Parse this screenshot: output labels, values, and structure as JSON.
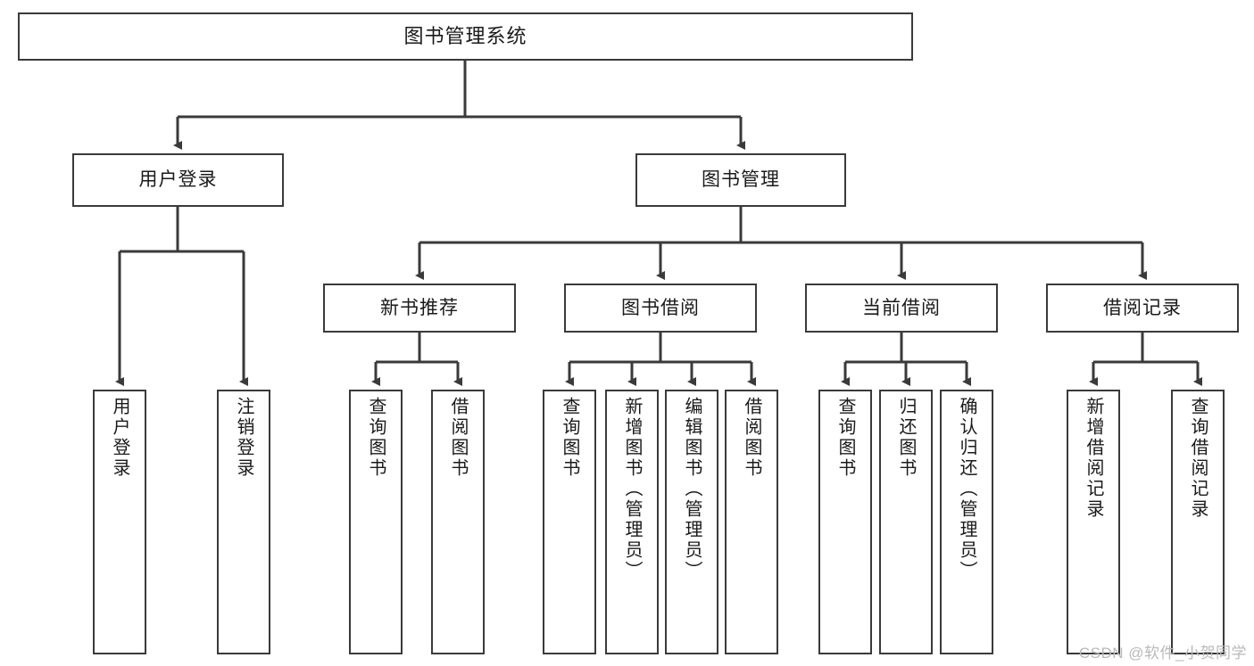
{
  "diagram": {
    "title": "图书管理系统",
    "watermark": "CSDN @软件_小贺同学",
    "colors": {
      "border": "#3a3a3a",
      "text": "#1a1a1a",
      "background": "#ffffff",
      "wire": "#3a3a3a",
      "watermark": "#b9b9b9"
    },
    "root": {
      "label": "图书管理系统"
    },
    "level2": [
      {
        "label": "用户登录"
      },
      {
        "label": "图书管理"
      }
    ],
    "level3": [
      {
        "label": "新书推荐"
      },
      {
        "label": "图书借阅"
      },
      {
        "label": "当前借阅"
      },
      {
        "label": "借阅记录"
      }
    ],
    "leaves": [
      {
        "label": "用户登录",
        "parent": "用户登录"
      },
      {
        "label": "注销登录",
        "parent": "用户登录"
      },
      {
        "label": "查询图书",
        "parent": "新书推荐"
      },
      {
        "label": "借阅图书",
        "parent": "新书推荐"
      },
      {
        "label": "查询图书",
        "parent": "图书借阅"
      },
      {
        "label": "新增图书（管理员）",
        "parent": "图书借阅"
      },
      {
        "label": "编辑图书（管理员）",
        "parent": "图书借阅"
      },
      {
        "label": "借阅图书",
        "parent": "图书借阅"
      },
      {
        "label": "查询图书",
        "parent": "当前借阅"
      },
      {
        "label": "归还图书",
        "parent": "当前借阅"
      },
      {
        "label": "确认归还（管理员）",
        "parent": "当前借阅"
      },
      {
        "label": "新增借阅记录",
        "parent": "借阅记录"
      },
      {
        "label": "查询借阅记录",
        "parent": "借阅记录"
      }
    ]
  }
}
